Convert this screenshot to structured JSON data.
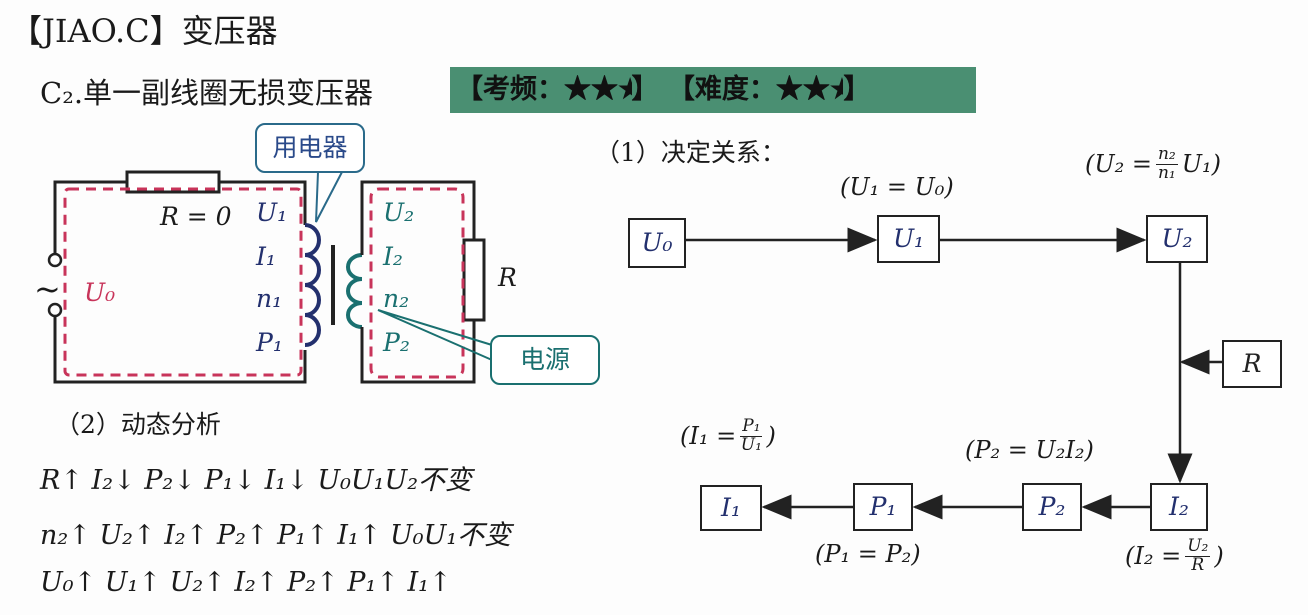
{
  "title": "【JIAO.C】变压器",
  "subtitle": "C₂.单一副线圈无损变压器",
  "badge": {
    "frequency_label": "【考频：",
    "difficulty_label": "【难度：",
    "close": "】",
    "frequency_rating": 2.5,
    "difficulty_rating": 2.5,
    "color": "#4a8f72"
  },
  "circuit": {
    "source_symbol": "~",
    "source_voltage": "U₀",
    "primary_resistance": "R = 0",
    "primary_labels": [
      "U₁",
      "I₁",
      "n₁",
      "P₁"
    ],
    "secondary_labels": [
      "U₂",
      "I₂",
      "n₂",
      "P₂"
    ],
    "load_label": "R",
    "callout_load": "用电器",
    "callout_source": "电源"
  },
  "relation": {
    "heading": "（1）决定关系：",
    "nodes": {
      "U0": "U₀",
      "U1": "U₁",
      "U2": "U₂",
      "R": "R",
      "I2": "I₂",
      "P2": "P₂",
      "P1": "P₁",
      "I1": "I₁"
    },
    "formulas": {
      "u1": "(U₁ = U₀)",
      "u2": {
        "prefix": "(U₂ =",
        "num": "n₂",
        "den": "n₁",
        "suffix": "U₁)"
      },
      "p2": "(P₂ = U₂I₂)",
      "i1": {
        "prefix": "(I₁ =",
        "num": "P₁",
        "den": "U₁",
        "suffix": ")"
      },
      "p1": "(P₁ = P₂)",
      "i2": {
        "prefix": "(I₂ =",
        "num": "U₂",
        "den": "R",
        "suffix": ")"
      }
    }
  },
  "analysis": {
    "heading": "（2）动态分析",
    "lines": [
      "R↑  I₂↓  P₂↓  P₁↓  I₁↓  U₀U₁U₂不变",
      "n₂↑ U₂↑ I₂↑  P₂↑ P₁↑  I₁↑  U₀U₁不变",
      "U₀↑ U₁↑ U₂↑ I₂↑  P₂↑  P₁↑ I₁↑"
    ]
  }
}
